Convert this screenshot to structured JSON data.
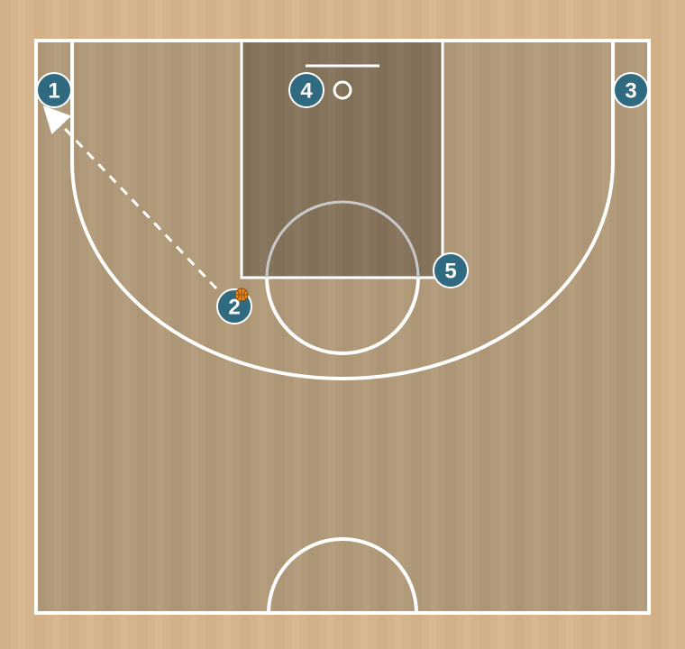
{
  "colors": {
    "outer_floor": "#d4b48c",
    "court": "#b19a79",
    "paint": "#86735b",
    "lines": "#ffffff",
    "paint_circle": "#c8c8c8",
    "player": "#2f6a80",
    "player_ring": "#ffffff",
    "pass_line": "#ffffff",
    "ball": "#e8891c"
  },
  "players": [
    {
      "id": "p1",
      "label": "1"
    },
    {
      "id": "p2",
      "label": "2",
      "has_ball": true
    },
    {
      "id": "p3",
      "label": "3"
    },
    {
      "id": "p4",
      "label": "4"
    },
    {
      "id": "p5",
      "label": "5"
    }
  ],
  "actions": [
    {
      "type": "pass",
      "from": "2",
      "to": "1",
      "style": "dashed"
    }
  ]
}
